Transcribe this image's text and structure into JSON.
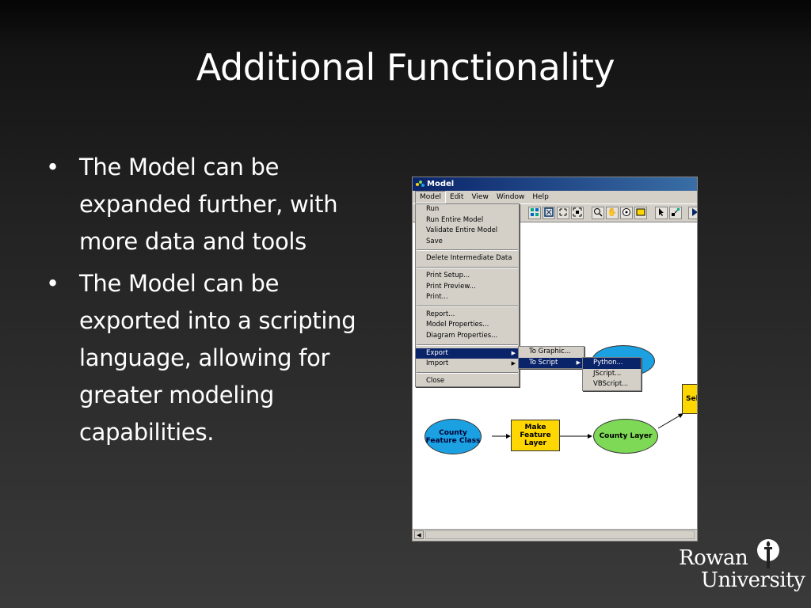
{
  "slide": {
    "title": "Additional Functionality",
    "bullets": [
      "The Model can be expanded further, with more data and tools",
      "The Model can be exported into a scripting language, allowing for greater modeling capabilities."
    ]
  },
  "window": {
    "title": "Model",
    "menubar": [
      "Model",
      "Edit",
      "View",
      "Window",
      "Help"
    ],
    "toolbar_icons": [
      "grid-icon",
      "fit-icon",
      "zoom-extent-icon",
      "full-extent-icon",
      "zoom-in-icon",
      "pan-icon",
      "zoom-out-icon",
      "overview-icon",
      "select-icon",
      "connect-icon",
      "run-icon"
    ],
    "model_menu": {
      "groups": [
        [
          "Run",
          "Run Entire Model",
          "Validate Entire Model",
          "Save"
        ],
        [
          "Delete Intermediate Data"
        ],
        [
          "Print Setup...",
          "Print Preview...",
          "Print..."
        ],
        [
          "Report...",
          "Model Properties...",
          "Diagram Properties..."
        ],
        [
          "Export",
          "Import"
        ],
        [
          "Close"
        ]
      ]
    },
    "export_menu": [
      "To Graphic...",
      "To Script"
    ],
    "script_menu": [
      "Python...",
      "JScript...",
      "VBScript..."
    ],
    "diagram": {
      "county_feature_class": "County Feature Class",
      "make_feature_layer": "Make Feature Layer",
      "county_layer": "County Layer",
      "select_by_partial": "Sel By"
    }
  },
  "logo": {
    "line1": "Rowan",
    "line2": "University"
  }
}
